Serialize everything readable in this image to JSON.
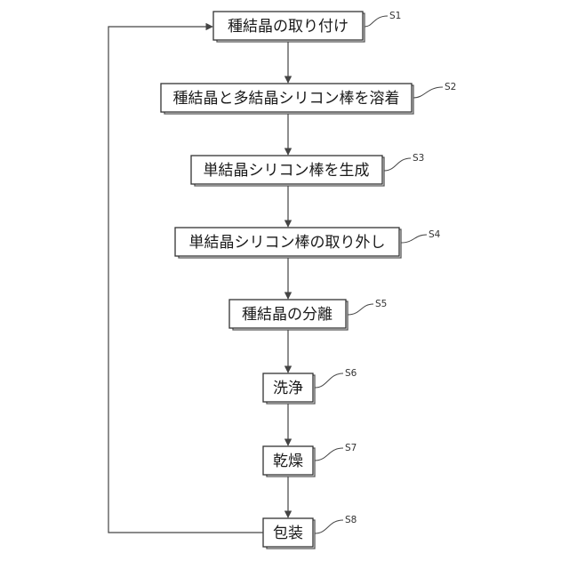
{
  "steps": [
    {
      "id": "S1",
      "text": "種結晶の取り付け"
    },
    {
      "id": "S2",
      "text": "種結晶と多結晶シリコン棒を溶着"
    },
    {
      "id": "S3",
      "text": "単結晶シリコン棒を生成"
    },
    {
      "id": "S4",
      "text": "単結晶シリコン棒の取り外し"
    },
    {
      "id": "S5",
      "text": "種結晶の分離"
    },
    {
      "id": "S6",
      "text": "洗浄"
    },
    {
      "id": "S7",
      "text": "乾燥"
    },
    {
      "id": "S8",
      "text": "包装"
    }
  ],
  "colors": {
    "line": "#444444",
    "box_border": "#333333",
    "text": "#1a1a1a"
  }
}
